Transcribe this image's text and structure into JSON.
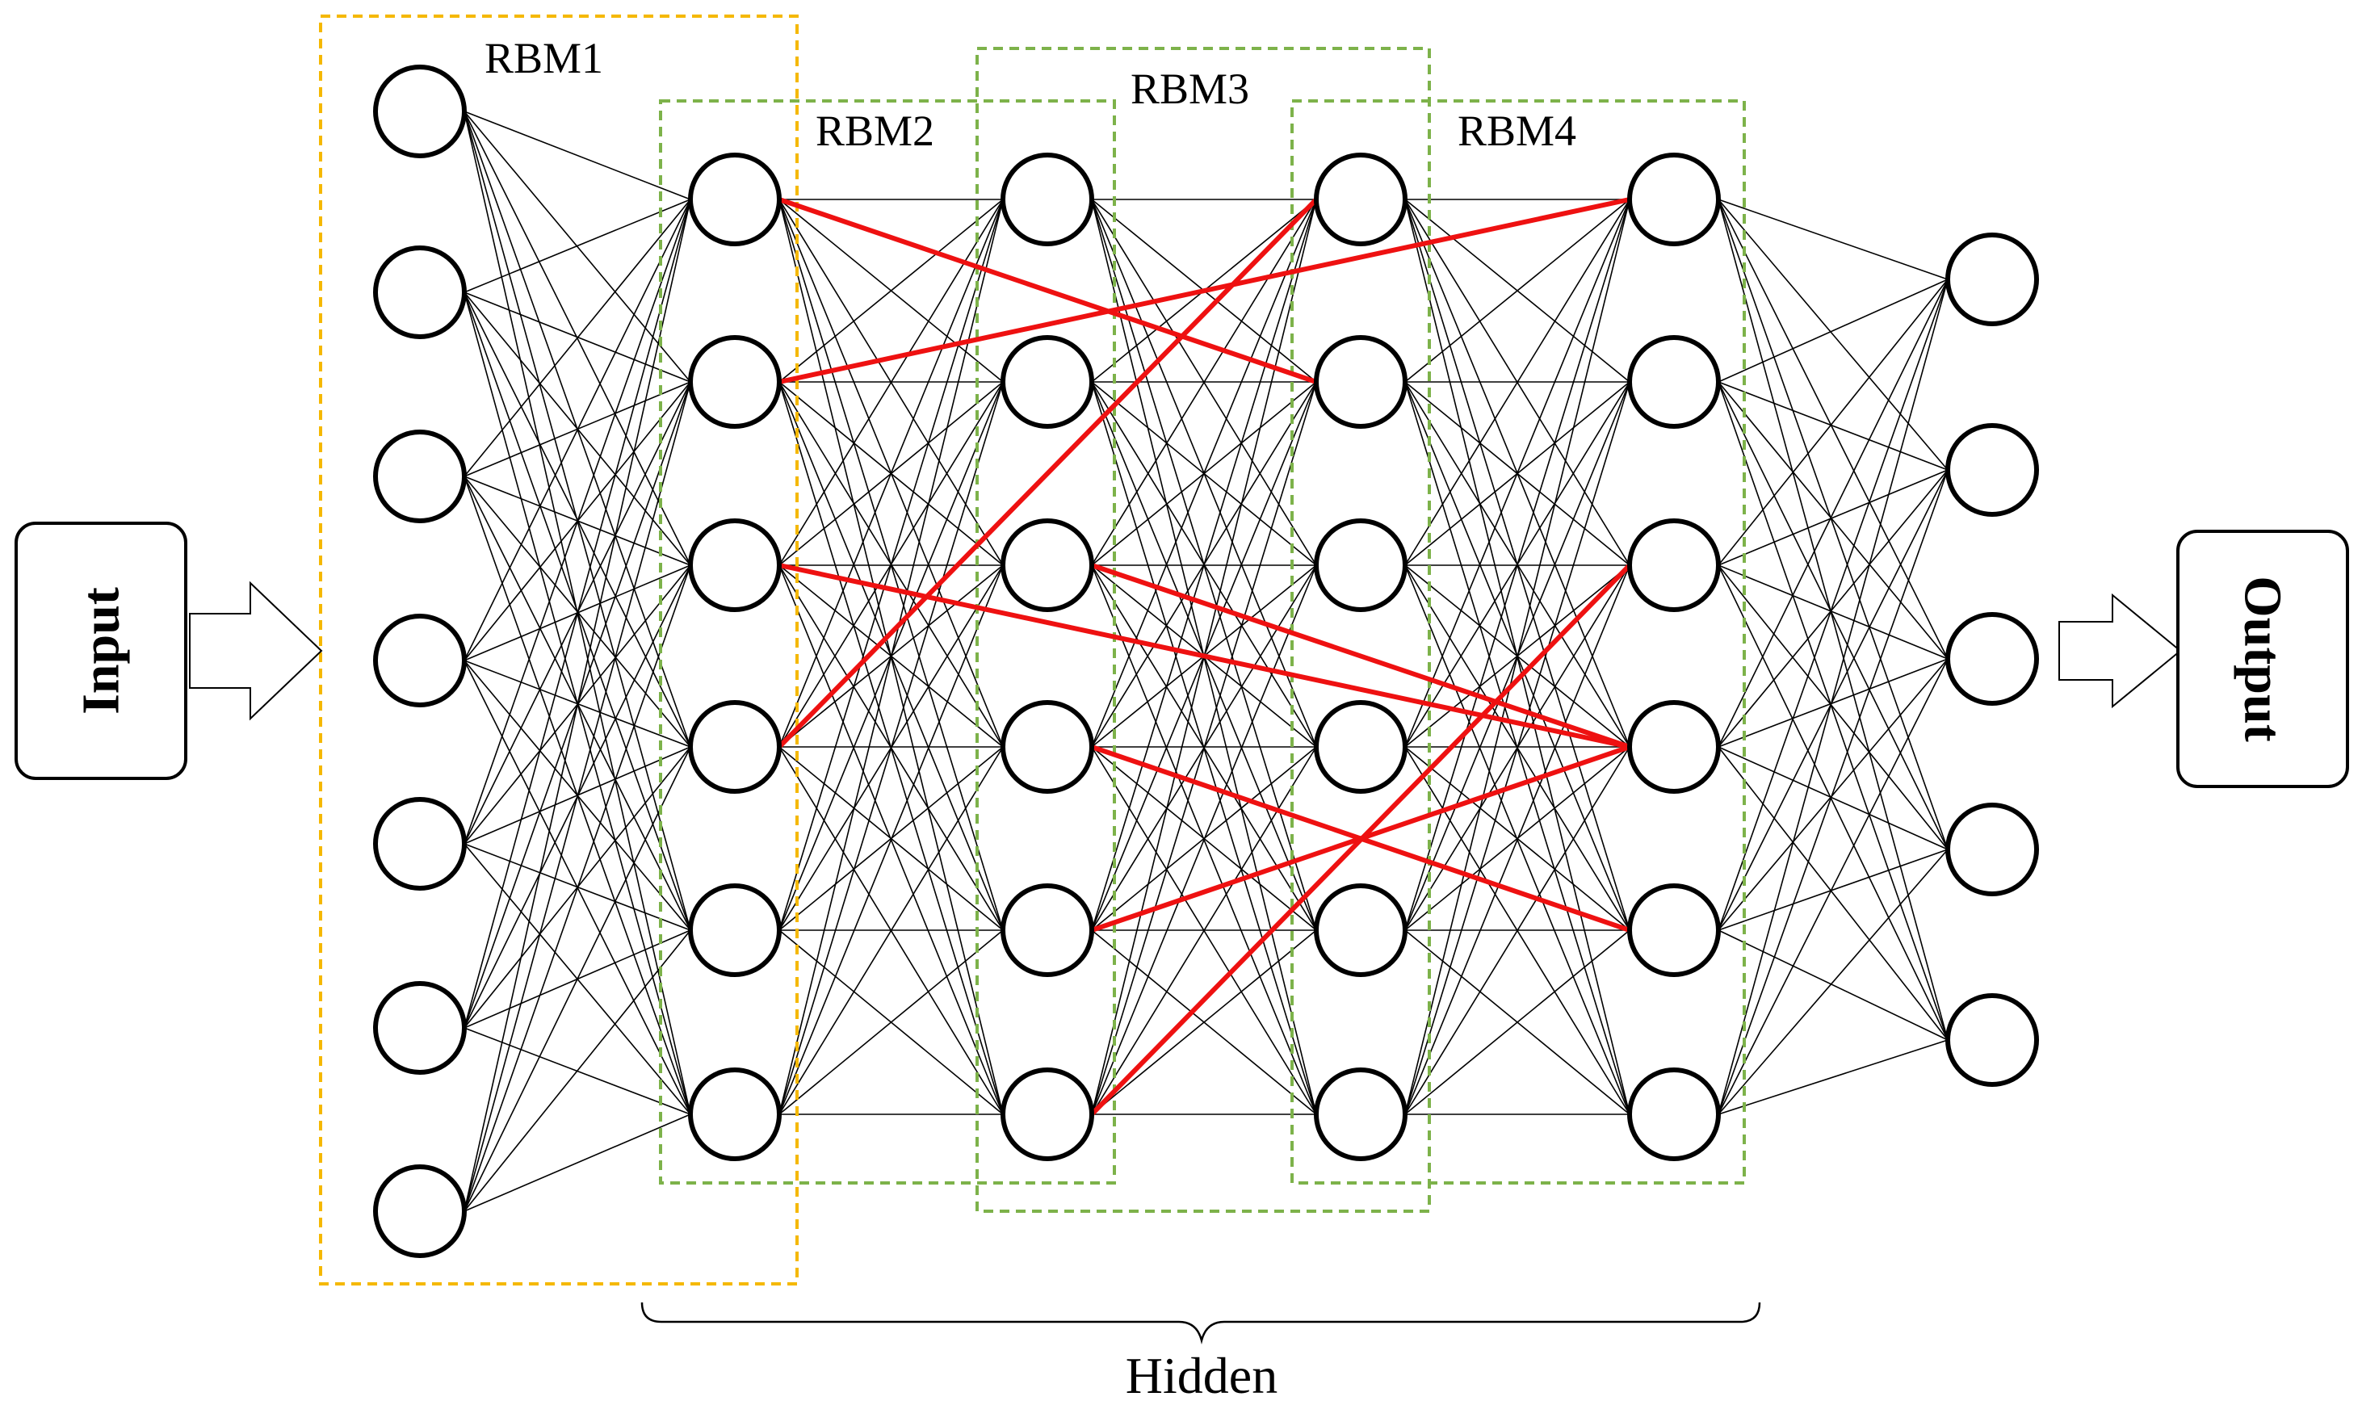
{
  "diagram": {
    "title": "",
    "input_label": "Input",
    "output_label": "Output",
    "hidden_label": "Hidden",
    "rbm_labels": [
      "RBM1",
      "RBM2",
      "RBM3",
      "RBM4"
    ],
    "layers": [
      {
        "name": "input",
        "neurons": 7
      },
      {
        "name": "hidden-1",
        "neurons": 6
      },
      {
        "name": "hidden-2",
        "neurons": 6
      },
      {
        "name": "hidden-3",
        "neurons": 6
      },
      {
        "name": "hidden-4",
        "neurons": 6
      },
      {
        "name": "output",
        "neurons": 5
      }
    ],
    "colors": {
      "rbm1_border": "#F5B800",
      "rbm_border": "#7DB24A",
      "highlight_edge": "#EE1111",
      "edge": "#000000",
      "neuron_stroke": "#000000"
    },
    "highlighted_connections": [
      {
        "from_layer": 1,
        "from": 0,
        "to_layer": 3,
        "to": 1
      },
      {
        "from_layer": 1,
        "from": 1,
        "to_layer": 4,
        "to": 0
      },
      {
        "from_layer": 1,
        "from": 2,
        "to_layer": 4,
        "to": 3
      },
      {
        "from_layer": 1,
        "from": 3,
        "to_layer": 3,
        "to": 0
      },
      {
        "from_layer": 2,
        "from": 2,
        "to_layer": 4,
        "to": 3
      },
      {
        "from_layer": 2,
        "from": 3,
        "to_layer": 4,
        "to": 4
      },
      {
        "from_layer": 2,
        "from": 4,
        "to_layer": 4,
        "to": 3
      },
      {
        "from_layer": 2,
        "from": 5,
        "to_layer": 4,
        "to": 2
      }
    ]
  }
}
